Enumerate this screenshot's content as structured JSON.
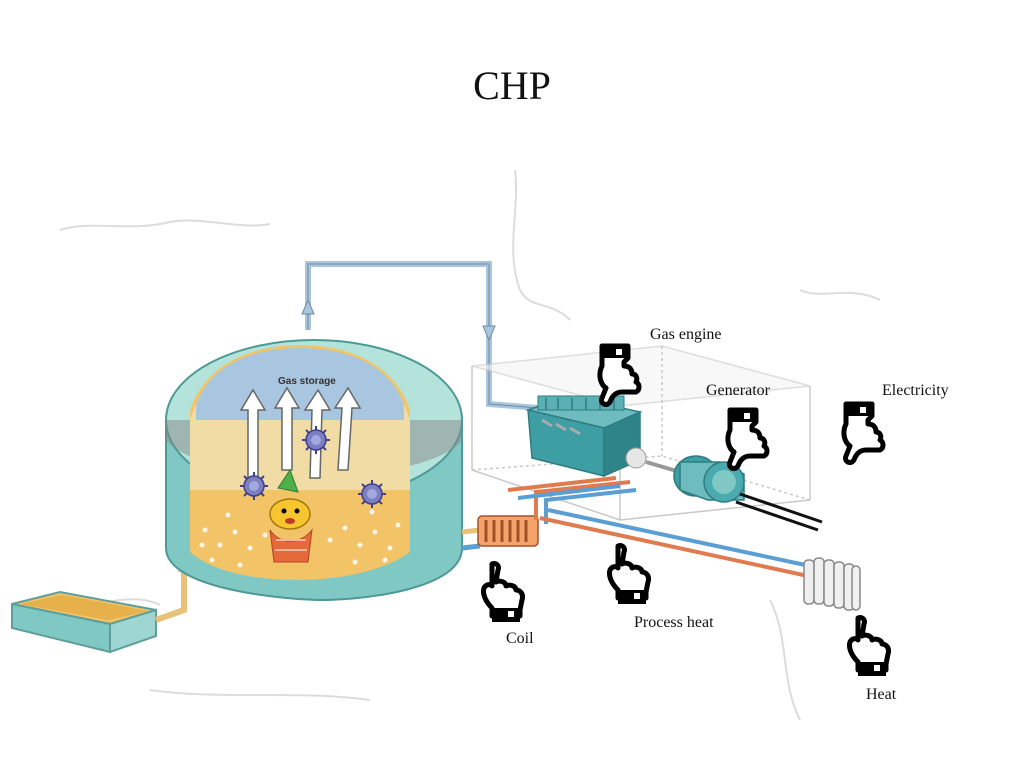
{
  "title": "CHP",
  "diagram": {
    "tank_label": "Gas storage",
    "labels": {
      "gas_engine": "Gas engine",
      "generator": "Generator",
      "electricity": "Electricity",
      "coil": "Coil",
      "process_heat": "Process heat",
      "heat": "Heat"
    },
    "icons": [
      "pointing-hand-icon",
      "bacteria-icon",
      "party-mascot-icon"
    ],
    "colors": {
      "tank_wall": "#7fc8c4",
      "tank_top": "#b4e3dc",
      "biomass": "#f2c367",
      "gas_space": "#a8c6e0",
      "engine": "#3d9ea4",
      "hot_pipe": "#e07b4f",
      "cold_pipe": "#5a9ed3",
      "gas_pipe": "#a9c6df",
      "feed_pipe": "#e8c27a"
    }
  }
}
